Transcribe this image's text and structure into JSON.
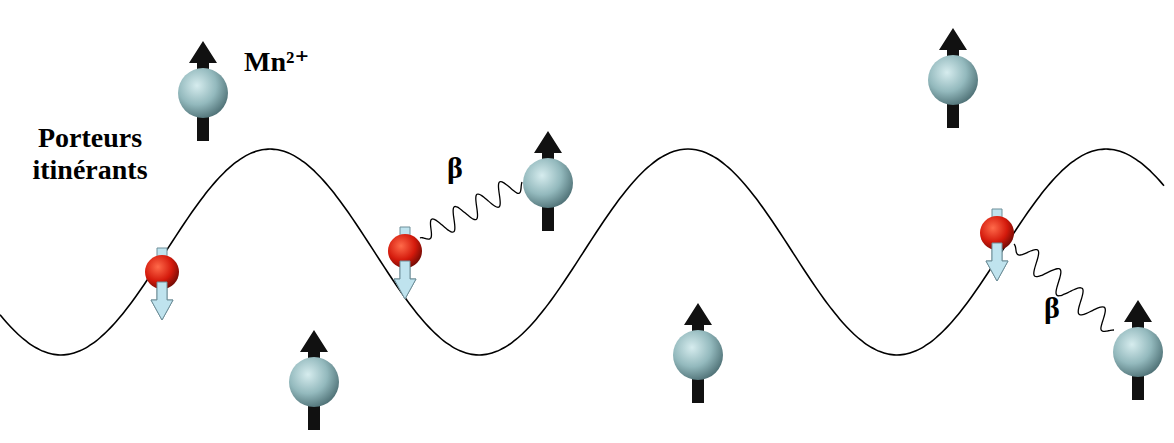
{
  "diagram": {
    "labels": [
      "Mn²⁺",
      "Porteurs itinérants",
      "β",
      "β"
    ]
  }
}
